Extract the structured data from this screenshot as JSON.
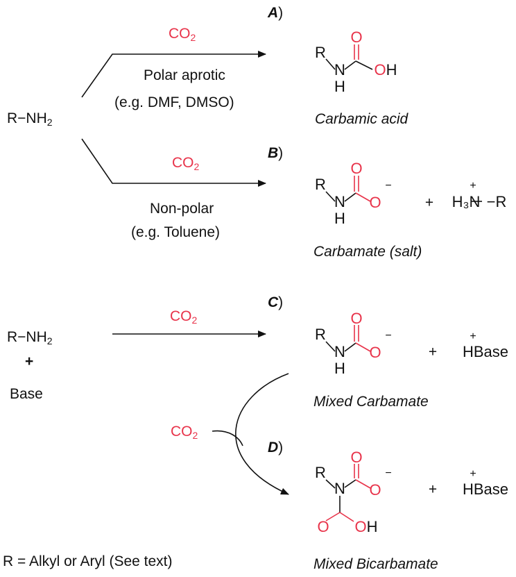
{
  "reagent": "CO",
  "reagent_sub": "2",
  "amine": "R−NH",
  "amine_sub": "2",
  "plus": "+",
  "base": "Base",
  "path_a": {
    "label": "A",
    "paren": ")",
    "cond1": "Polar aprotic",
    "cond2": "(e.g. DMF, DMSO)",
    "name": "Carbamic acid"
  },
  "path_b": {
    "label": "B",
    "paren": ")",
    "cond1": "Non-polar",
    "cond2": "(e.g. Toluene)",
    "name": "Carbamate (salt)"
  },
  "path_c": {
    "label": "C",
    "paren": ")",
    "name": "Mixed Carbamate"
  },
  "path_d": {
    "label": "D",
    "paren": ")",
    "name": "Mixed Bicarbamate"
  },
  "atoms": {
    "R": "R",
    "N": "N",
    "H": "H",
    "O": "O",
    "OH": "OH",
    "charge_minus": "−",
    "charge_plus": "+"
  },
  "ammonium": {
    "h3n": "H₃N",
    "dash_r": "−R"
  },
  "hbase": "HBase",
  "footnote": "R = Alkyl or Aryl (See text)",
  "colors": {
    "oxygen_red": "#e8334a",
    "ink": "#111111"
  }
}
